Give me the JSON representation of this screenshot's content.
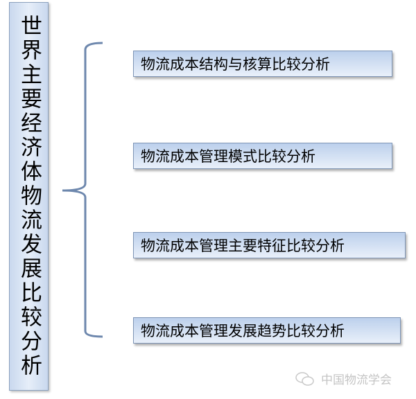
{
  "root": {
    "label": "世界主要经济体物流发展比较分析"
  },
  "branches": [
    {
      "label": "物流成本结构与核算比较分析"
    },
    {
      "label": "物流成本管理模式比较分析"
    },
    {
      "label": "物流成本管理主要特征比较分析"
    },
    {
      "label": "物流成本管理发展趋势比较分析"
    }
  ],
  "watermark": {
    "label": "中国物流学会",
    "icon": "wechat-icon"
  }
}
